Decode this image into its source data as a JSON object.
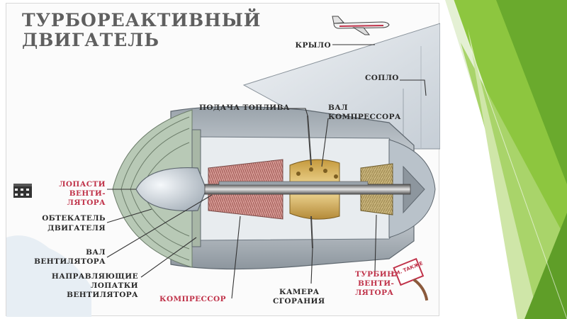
{
  "diagram": {
    "title_line1": "ТУРБОРЕАКТИВНЫЙ",
    "title_line2": "ДВИГАТЕЛЬ",
    "stamp_text": "СМ. ТАКЖЕ",
    "labels": {
      "wing": "КРЫЛО",
      "nozzle": "СОПЛО",
      "fuel_supply": "ПОДАЧА ТОПЛИВА",
      "compressor_shaft_1": "ВАЛ",
      "compressor_shaft_2": "КОМПРЕССОРА",
      "fan_blades_1": "ЛОПАСТИ",
      "fan_blades_2": "ВЕНТИ-",
      "fan_blades_3": "ЛЯТОРА",
      "cowling_1": "ОБТЕКАТЕЛЬ",
      "cowling_2": "ДВИГАТЕЛЯ",
      "fan_shaft_1": "ВАЛ",
      "fan_shaft_2": "ВЕНТИЛЯТОРА",
      "guide_vanes_1": "НАПРАВЛЯЮЩИЕ",
      "guide_vanes_2": "ЛОПАТКИ",
      "guide_vanes_3": "ВЕНТИЛЯТОРА",
      "compressor": "КОМПРЕССОР",
      "combustion_1": "КАМЕРА",
      "combustion_2": "СГОРАНИЯ",
      "fan_turbine_1": "ТУРБИНА",
      "fan_turbine_2": "ВЕНТИ-",
      "fan_turbine_3": "ЛЯТОРА"
    },
    "colors": {
      "frame_bg": "#fbfbfb",
      "label_red": "#c0334a",
      "metal_dark": "#6d7780",
      "metal_light": "#c9d1d8",
      "compressor_red": "#c98a86",
      "combustion_gold": "#d8b96a",
      "fan_green": "#9fb59e",
      "accent_green": "#8dc63f"
    },
    "icons": [
      "airplane-icon",
      "film-icon",
      "stamp-icon"
    ]
  }
}
